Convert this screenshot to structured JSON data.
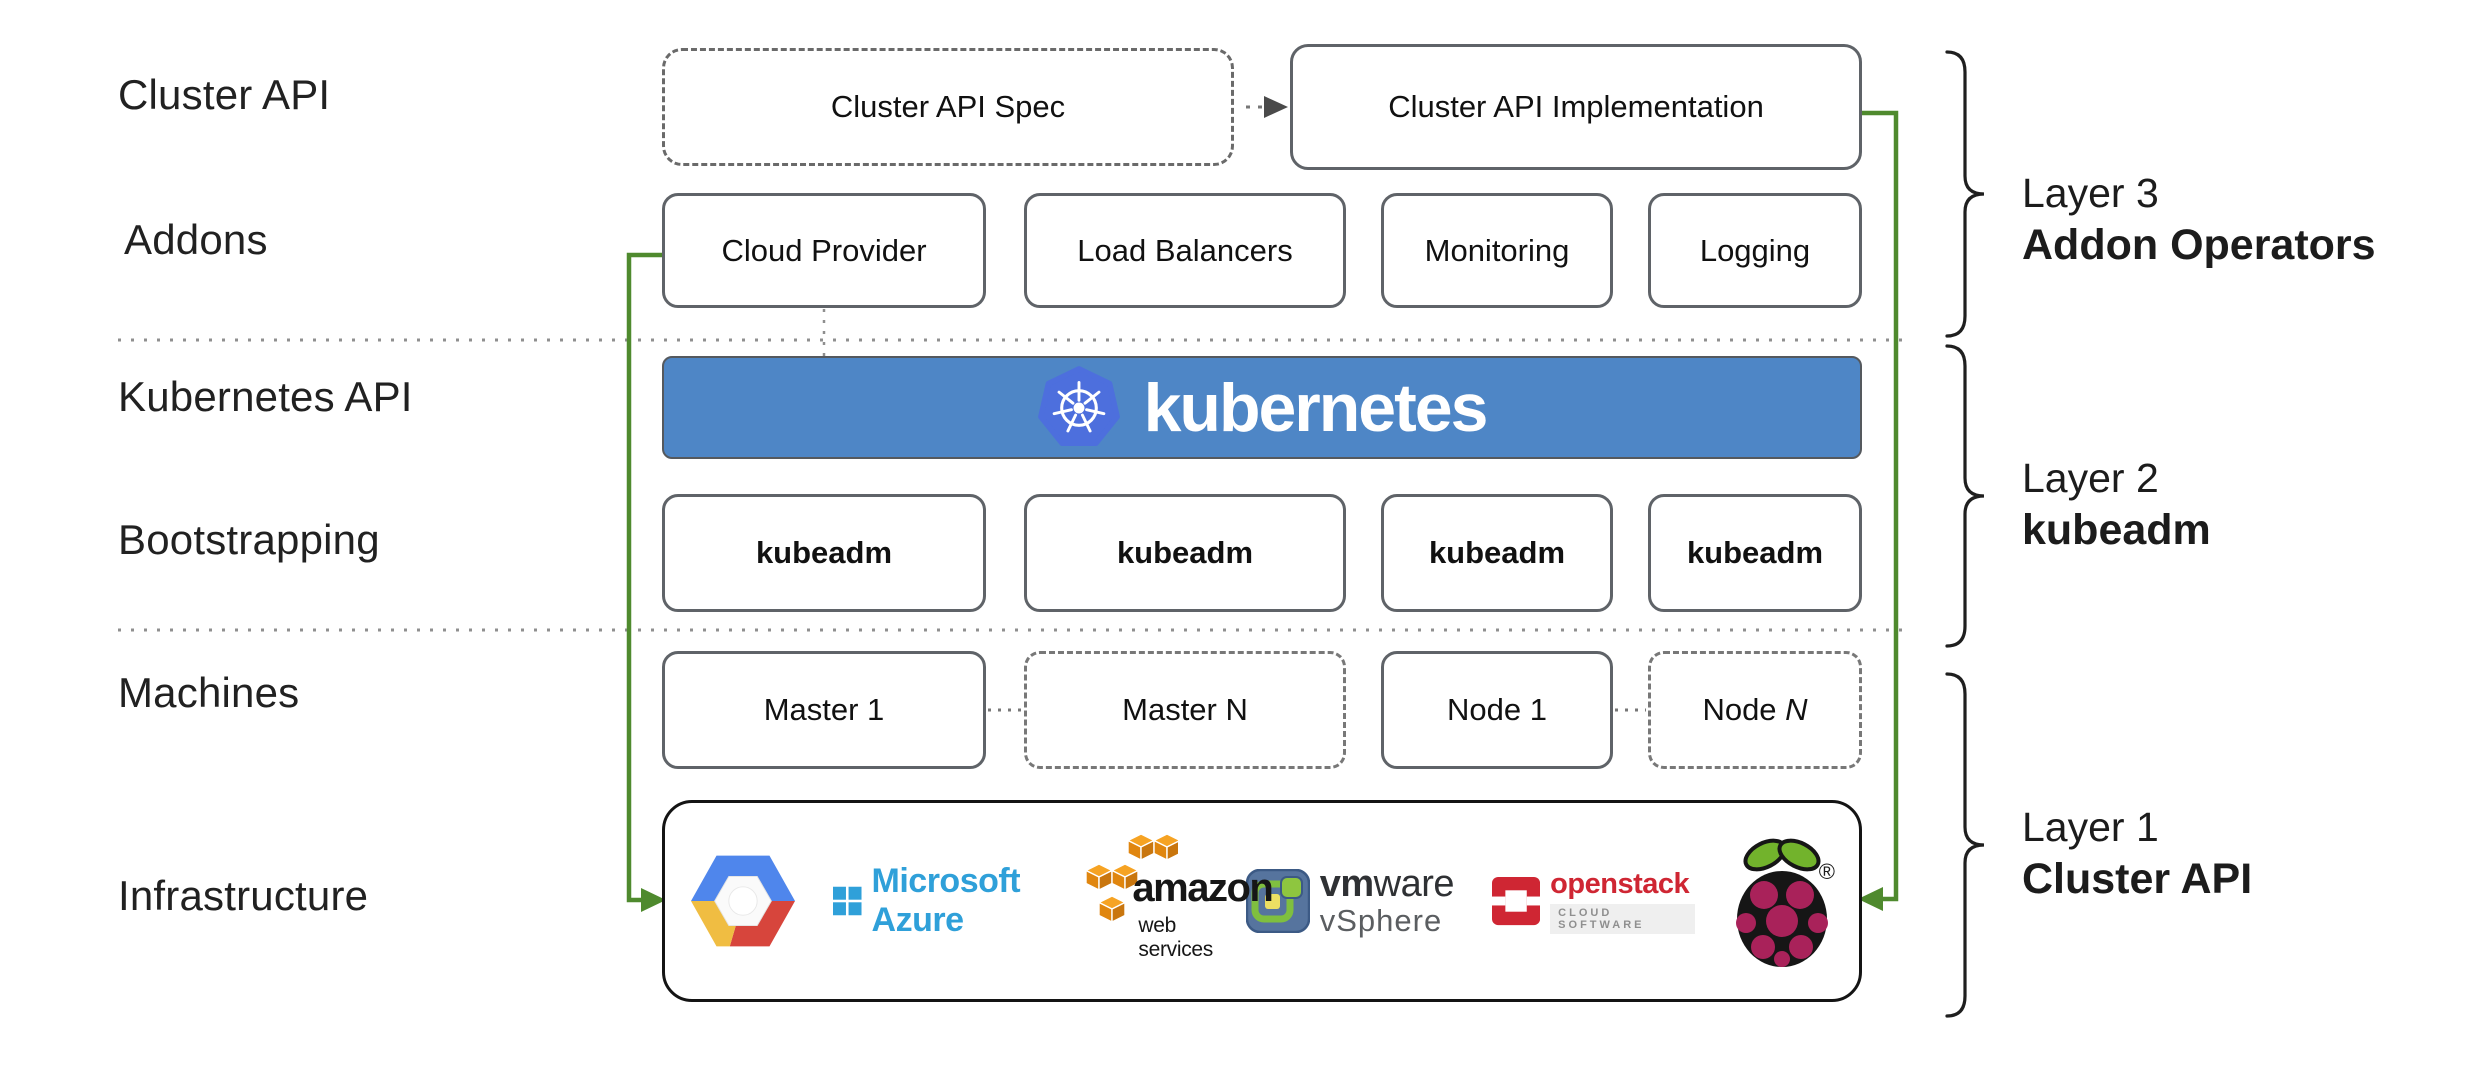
{
  "left_labels": {
    "cluster_api": "Cluster API",
    "addons": "Addons",
    "kubernetes_api": "Kubernetes API",
    "bootstrapping": "Bootstrapping",
    "machines": "Machines",
    "infrastructure": "Infrastructure"
  },
  "cluster_api_row": {
    "spec_label": "Cluster API Spec",
    "implementation_label": "Cluster API Implementation"
  },
  "addon_boxes": [
    "Cloud Provider",
    "Load Balancers",
    "Monitoring",
    "Logging"
  ],
  "kubernetes_bar": {
    "label": "kubernetes"
  },
  "bootstrapping_boxes": [
    "kubeadm",
    "kubeadm",
    "kubeadm",
    "kubeadm"
  ],
  "machine_boxes": {
    "master1": "Master 1",
    "masterN": "Master N",
    "node1": "Node 1",
    "nodeN_prefix": "Node ",
    "nodeN_suffix": "N"
  },
  "layer_labels": [
    {
      "line1": "Layer 3",
      "line2": "Addon Operators"
    },
    {
      "line1": "Layer 2",
      "line2": "kubeadm"
    },
    {
      "line1": "Layer 1",
      "line2": "Cluster API"
    }
  ],
  "infrastructure_logos": {
    "azure_text": "Microsoft Azure",
    "aws_text": "amazon",
    "aws_subtext": "web services",
    "vmware_text_bold": "vm",
    "vmware_text_rest": "ware",
    "vmware_subtext": "vSphere",
    "openstack_text": "openstack",
    "openstack_subtext": "CLOUD SOFTWARE",
    "raspberry_mark": "®"
  },
  "colors": {
    "k8s_bar": "#4e86c6",
    "k8s_logo": "#4d6fdd",
    "green": "#4f8a2e",
    "azure": "#2fa0d9",
    "aws_orange": "#ef9021",
    "openstack_red": "#cf2633",
    "rasp": "#a9225a",
    "leaf": "#72b32c",
    "border_gray": "#5f6368"
  }
}
